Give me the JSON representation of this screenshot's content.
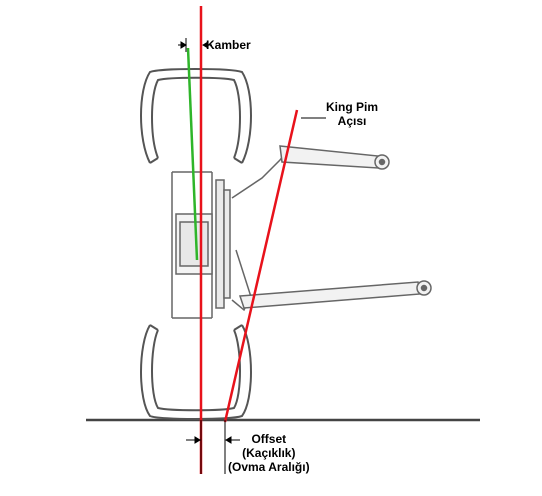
{
  "labels": {
    "camber": "Kamber",
    "kingpin_line1": "King Pim",
    "kingpin_line2": "Açısı",
    "offset_line1": "Offset",
    "offset_line2": "(Kaçıklık)",
    "offset_line3": "(Ovma Aralığı)"
  },
  "colors": {
    "vertical_reference": "#e8121b",
    "kingpin_axis": "#e8121b",
    "camber_line": "#2fb52a",
    "outline": "#555555",
    "ground": "#444444"
  }
}
